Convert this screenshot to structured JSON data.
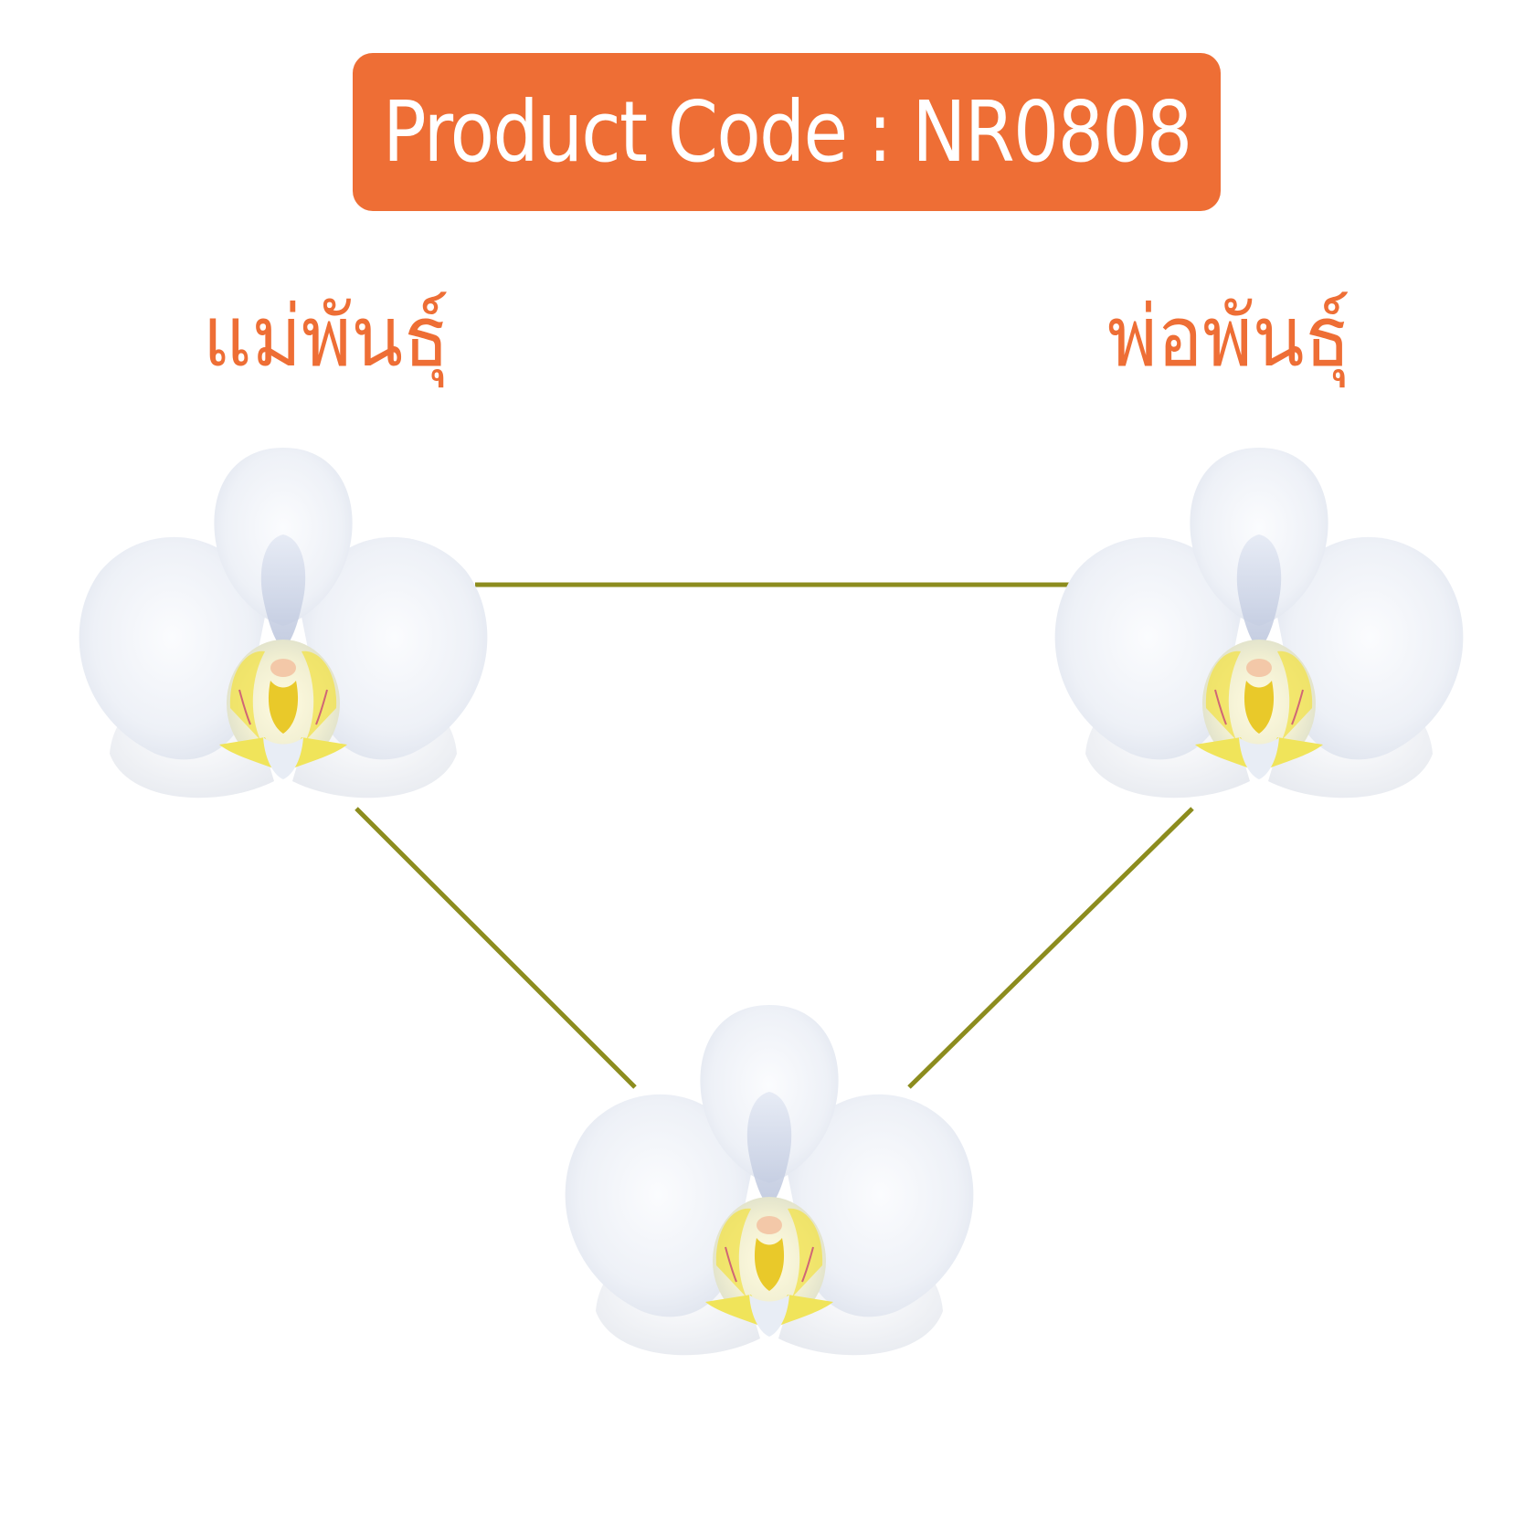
{
  "header": {
    "product_code": "Product Code : NR0808"
  },
  "labels": {
    "mother": "แม่พันธุ์",
    "father": "พ่อพันธุ์"
  },
  "nodes": [
    {
      "id": "mother",
      "icon": "white-orchid-icon"
    },
    {
      "id": "father",
      "icon": "white-orchid-icon"
    },
    {
      "id": "offspring",
      "icon": "white-orchid-icon"
    }
  ],
  "edges": [
    {
      "from": "mother",
      "to": "father"
    },
    {
      "from": "mother",
      "to": "offspring"
    },
    {
      "from": "father",
      "to": "offspring"
    }
  ],
  "colors": {
    "accent": "#ee6e35",
    "connector": "#8c8c1e",
    "petal": "#f2f4f8",
    "petal_shade": "#dde3ef",
    "lip_yellow": "#f2e24a",
    "lip_magenta": "#c2307a"
  }
}
